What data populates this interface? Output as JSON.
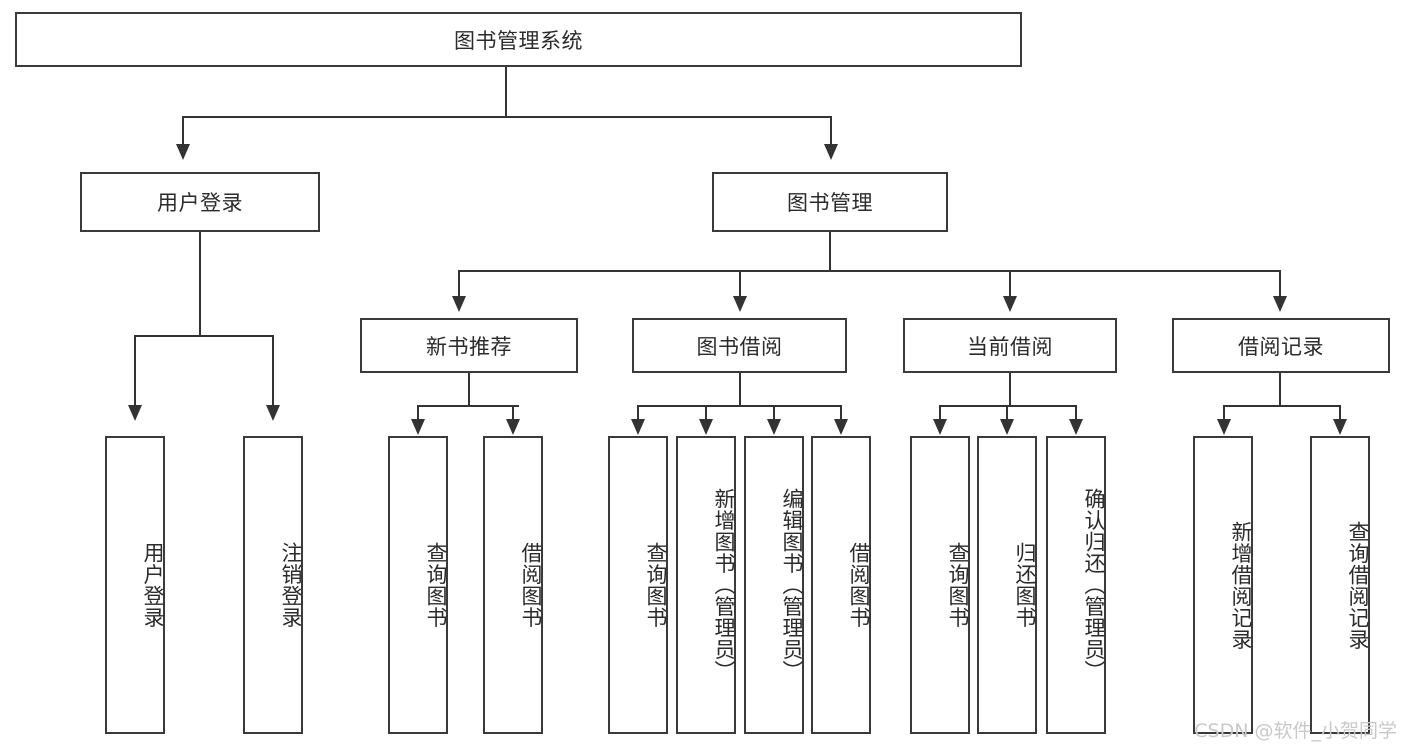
{
  "diagram": {
    "title": "图书管理系统",
    "watermark": "CSDN @软件_小贺同学",
    "root": {
      "label": "图书管理系统"
    },
    "level1": [
      {
        "label": "用户登录"
      },
      {
        "label": "图书管理"
      }
    ],
    "level2": [
      {
        "label": "新书推荐"
      },
      {
        "label": "图书借阅"
      },
      {
        "label": "当前借阅"
      },
      {
        "label": "借阅记录"
      }
    ],
    "leaves": [
      {
        "label": "用户登录",
        "parent": "用户登录"
      },
      {
        "label": "注销登录",
        "parent": "用户登录"
      },
      {
        "label": "查询图书",
        "parent": "新书推荐"
      },
      {
        "label": "借阅图书",
        "parent": "新书推荐"
      },
      {
        "label": "查询图书",
        "parent": "图书借阅"
      },
      {
        "label": "新增图书（管理员）",
        "parent": "图书借阅"
      },
      {
        "label": "编辑图书（管理员）",
        "parent": "图书借阅"
      },
      {
        "label": "借阅图书",
        "parent": "图书借阅"
      },
      {
        "label": "查询图书",
        "parent": "当前借阅"
      },
      {
        "label": "归还图书",
        "parent": "当前借阅"
      },
      {
        "label": "确认归还（管理员）",
        "parent": "当前借阅"
      },
      {
        "label": "新增借阅记录",
        "parent": "借阅记录"
      },
      {
        "label": "查询借阅记录",
        "parent": "借阅记录"
      }
    ],
    "colors": {
      "border": "#3a3a3a",
      "connector": "#333333",
      "text": "#2b2b2b",
      "background": "#ffffff",
      "watermark": "#c9c9c9"
    }
  }
}
